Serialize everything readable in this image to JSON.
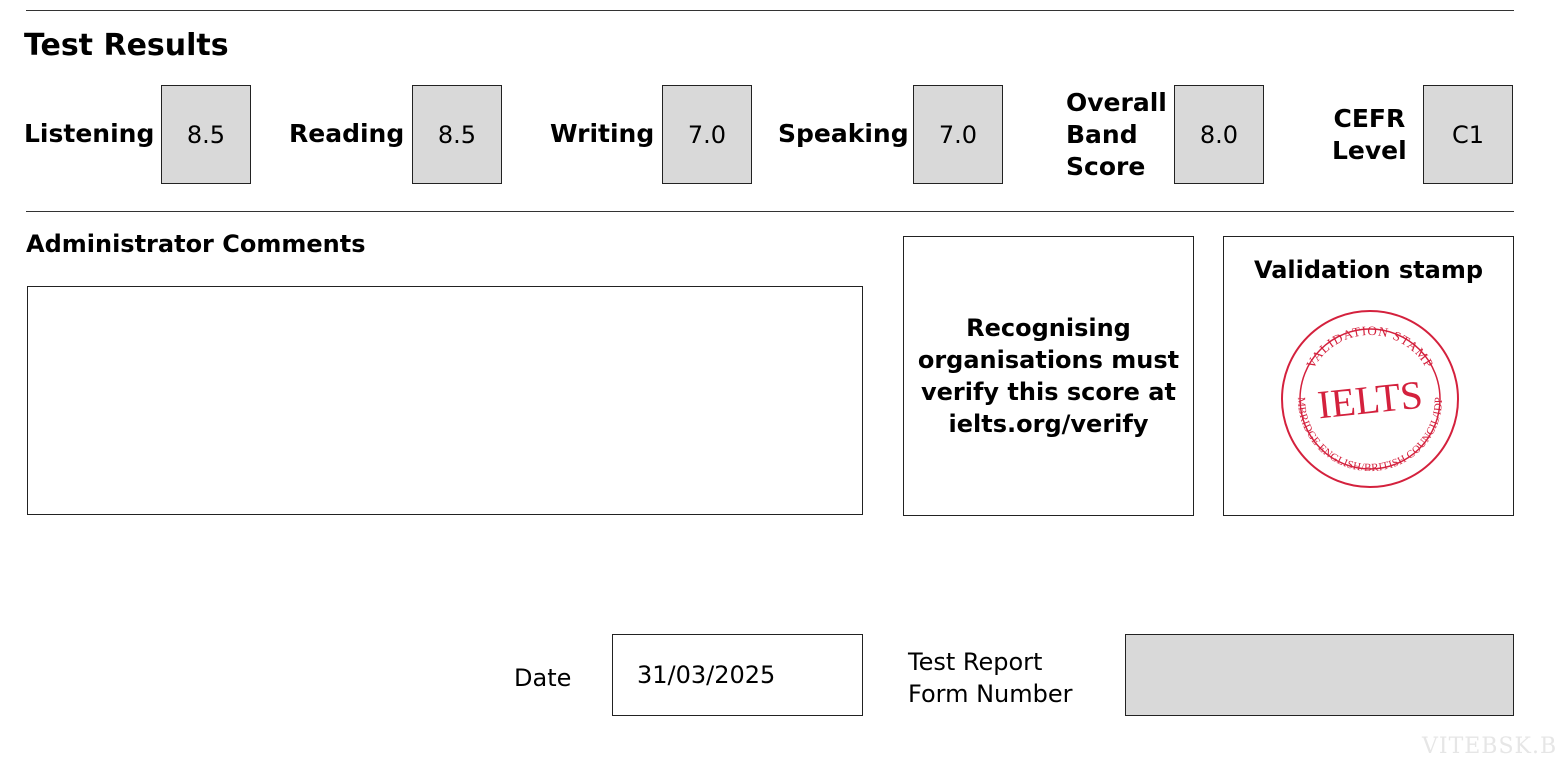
{
  "section_title": "Test Results",
  "scores": [
    {
      "label": "Listening",
      "value": "8.5"
    },
    {
      "label": "Reading",
      "value": "8.5"
    },
    {
      "label": "Writing",
      "value": "7.0"
    },
    {
      "label": "Speaking",
      "value": "7.0"
    }
  ],
  "overall": {
    "label_lines": [
      "Overall",
      "Band",
      "Score"
    ],
    "value": "8.0"
  },
  "cefr": {
    "label_lines": [
      "CEFR",
      "Level"
    ],
    "value": "C1"
  },
  "comments": {
    "title": "Administrator Comments",
    "text": ""
  },
  "verify": {
    "lines": [
      "Recognising",
      "organisations must",
      "verify this score at",
      "ielts.org/verify"
    ]
  },
  "validation": {
    "title": "Validation stamp",
    "stamp_center": "IELTS",
    "stamp_top_arc": "VALIDATION STAMP",
    "stamp_bottom_arc": "CAMBRIDGE ENGLISH/BRITISH COUNCIL/IDP:IA",
    "stamp_color": "#d4213d"
  },
  "date": {
    "label": "Date",
    "value": "31/03/2025"
  },
  "trf": {
    "label_lines": [
      "Test Report",
      "Form Number"
    ],
    "value": ""
  },
  "watermark": "VITEBSK.BIZ",
  "colors": {
    "box_fill": "#d9d9d9",
    "border": "#222222"
  }
}
